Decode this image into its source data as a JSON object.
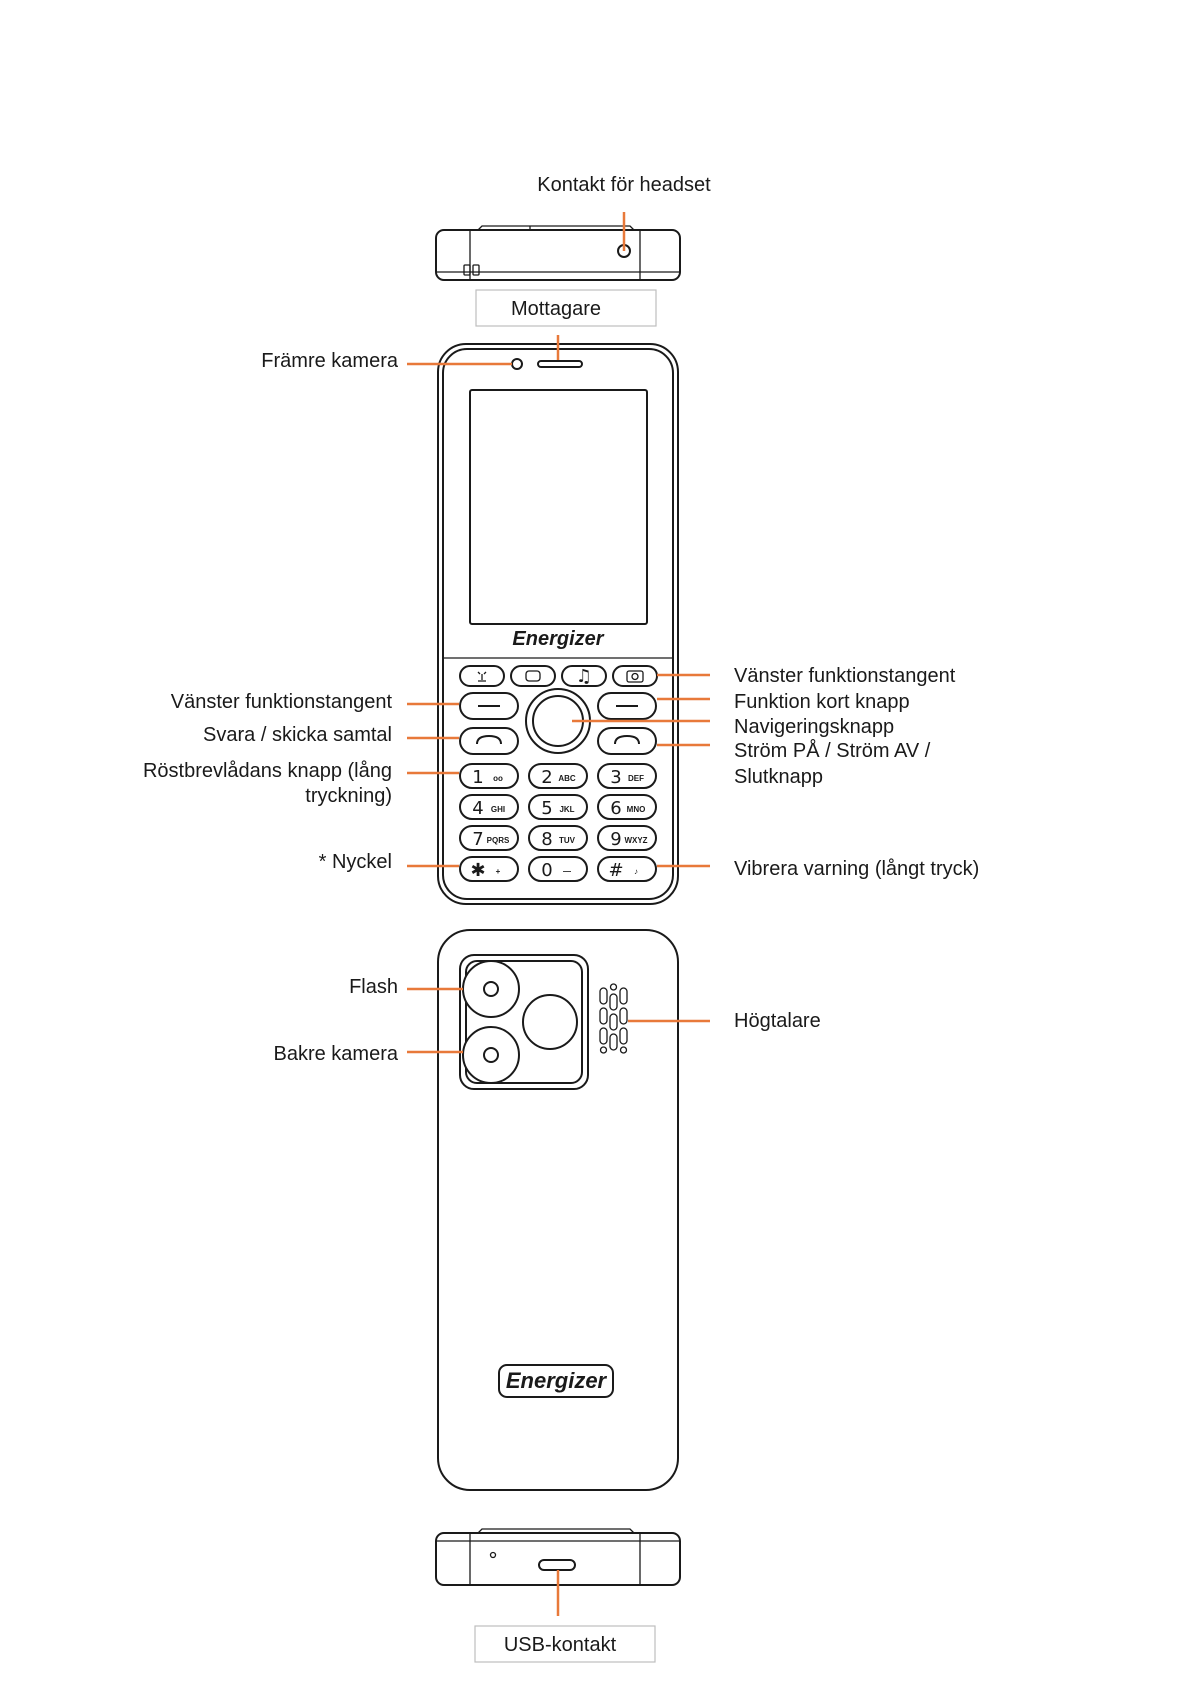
{
  "labels": {
    "headset": "Kontakt för headset",
    "receiver": "Mottagare",
    "front_camera": "Främre kamera",
    "left_function_left": "Vänster funktionstangent",
    "answer_send": "Svara / skicka samtal",
    "voicemail_line1": "Röstbrevlådans knapp (lång",
    "voicemail_line2": "tryckning)",
    "star_key": "* Nyckel",
    "left_function_right": "Vänster funktionstangent",
    "function_short": "Funktion kort knapp",
    "navigation": "Navigeringsknapp",
    "power_line1": "Ström PÅ / Ström AV /",
    "power_line2": "Slutknapp",
    "vibrate": "Vibrera varning (långt tryck)",
    "flash": "Flash",
    "rear_camera": "Bakre kamera",
    "speaker": "Högtalare",
    "usb": "USB-kontakt"
  },
  "brand": "Energizer",
  "keypad": [
    {
      "main": "1",
      "sub": "oo"
    },
    {
      "main": "2",
      "sub": "ABC"
    },
    {
      "main": "3",
      "sub": "DEF"
    },
    {
      "main": "4",
      "sub": "GHI"
    },
    {
      "main": "5",
      "sub": "JKL"
    },
    {
      "main": "6",
      "sub": "MNO"
    },
    {
      "main": "7",
      "sub": "PQRS"
    },
    {
      "main": "8",
      "sub": "TUV"
    },
    {
      "main": "9",
      "sub": "WXYZ"
    },
    {
      "main": "✱",
      "sub": "+"
    },
    {
      "main": "0",
      "sub": "—"
    },
    {
      "main": "#",
      "sub": "♪"
    }
  ],
  "colors": {
    "leader": "#e8793a",
    "outline": "#1a1a1a"
  }
}
